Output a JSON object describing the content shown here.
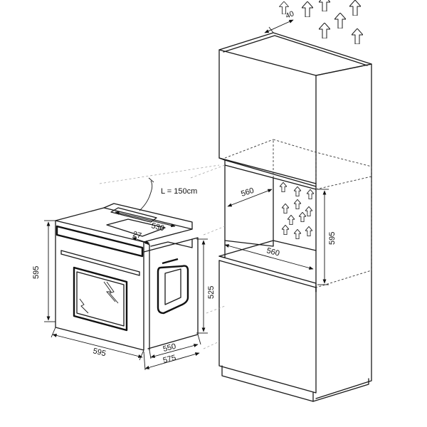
{
  "labels": {
    "cable_length": "L = 150cm",
    "oven_height": "595",
    "oven_width": "595",
    "oven_depth_top": "530",
    "offset_27": "27",
    "side_height": "525",
    "depth_550": "550",
    "depth_575": "575",
    "niche_depth_top": "560",
    "niche_depth_bottom": "560",
    "niche_height": "595",
    "vent_gap": "40"
  },
  "colors": {
    "line": "#1a1a1a",
    "background": "#ffffff",
    "dashed": "#333333"
  }
}
